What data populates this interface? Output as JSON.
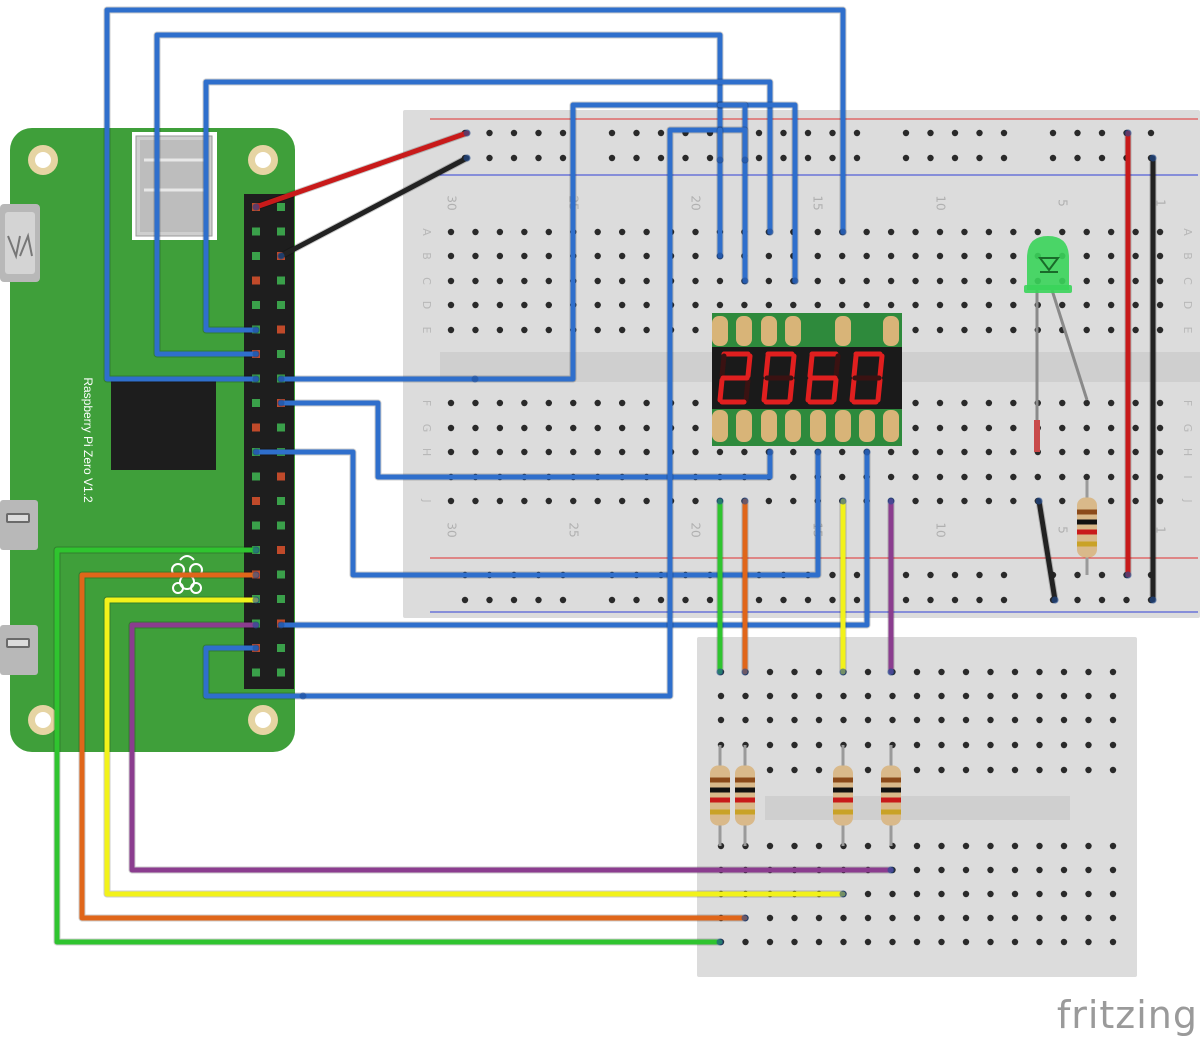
{
  "board": {
    "label": "Raspberry Pi Zero V1.2"
  },
  "display": {
    "digits": "2060",
    "segment_color": "#e01f1f",
    "body_color": "#1a1a1a",
    "pcb_color": "#2e8a3c"
  },
  "breadboard_main": {
    "row_letters_left": [
      "A",
      "B",
      "C",
      "D",
      "E",
      "F",
      "G",
      "H",
      "I",
      "J"
    ],
    "row_letters_right": [
      "A",
      "B",
      "C",
      "D",
      "E",
      "F",
      "G",
      "H",
      "I",
      "J"
    ],
    "column_numbers_top": [
      "30",
      "25",
      "20",
      "15",
      "10",
      "5",
      "1"
    ],
    "column_numbers_bottom": [
      "30",
      "25",
      "20",
      "15",
      "10",
      "5",
      "1"
    ]
  },
  "wire_colors": {
    "blue": "#2f6fcc",
    "red": "#c81a1a",
    "black": "#222222",
    "green": "#2fc42f",
    "orange": "#e0661a",
    "yellow": "#f2f21a",
    "purple": "#8b3d8f"
  },
  "led": {
    "color": "#3ad45a"
  },
  "branding": {
    "logo": "fritzing"
  }
}
